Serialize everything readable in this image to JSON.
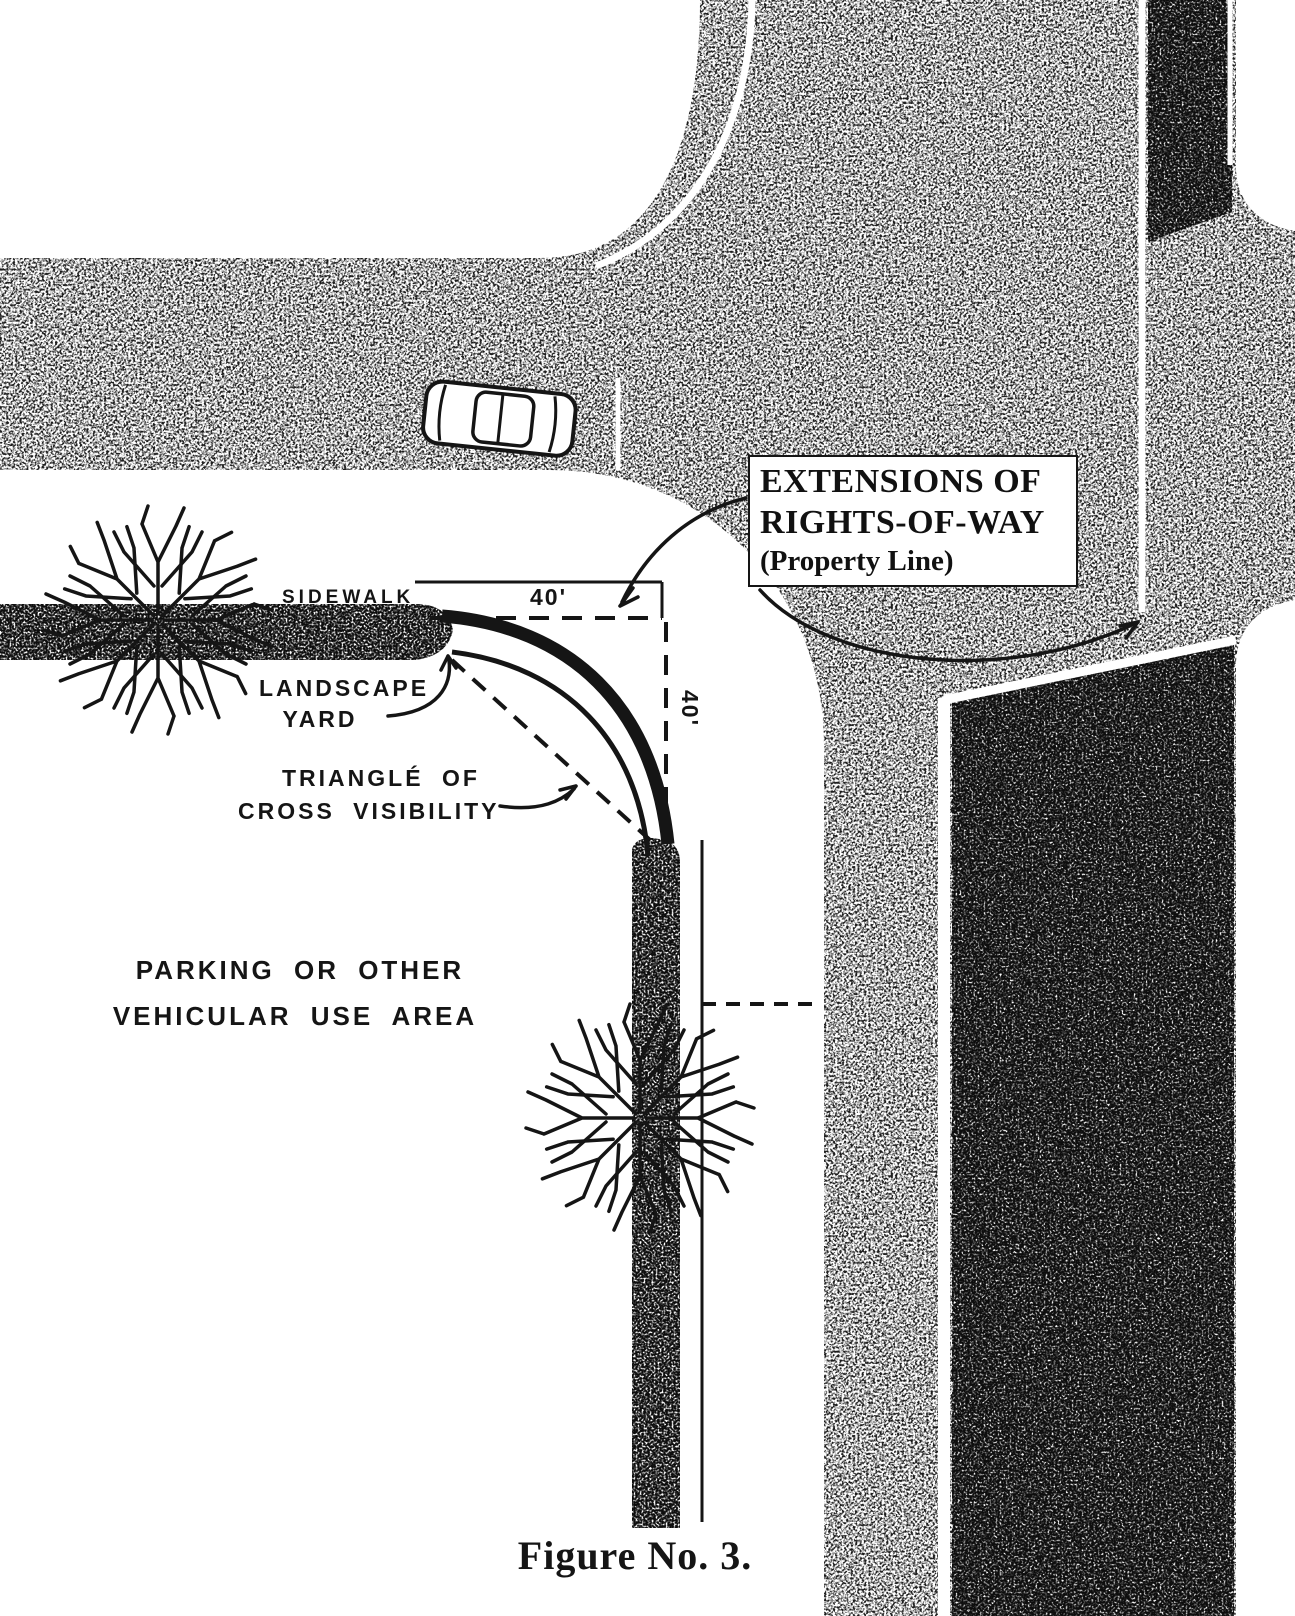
{
  "figure": {
    "caption": "Figure No. 3."
  },
  "callout_box": {
    "line1": "EXTENSIONS OF",
    "line2": "RIGHTS-OF-WAY",
    "line3": "(Property Line)"
  },
  "annotations": {
    "sidewalk": "SIDEWALK",
    "landscape_yard_line1": "LANDSCAPE",
    "landscape_yard_line2": "YARD",
    "cross_visibility_line1": "TRIANGLÉ OF",
    "cross_visibility_line2": "CROSS VISIBILITY",
    "parking_line1": "PARKING OR OTHER",
    "parking_line2": "VEHICULAR USE AREA"
  },
  "dimensions": {
    "sidewalk_width": "40'",
    "corner_depth": "40'"
  },
  "colors": {
    "ink": "#151515",
    "paper": "#ffffff"
  }
}
